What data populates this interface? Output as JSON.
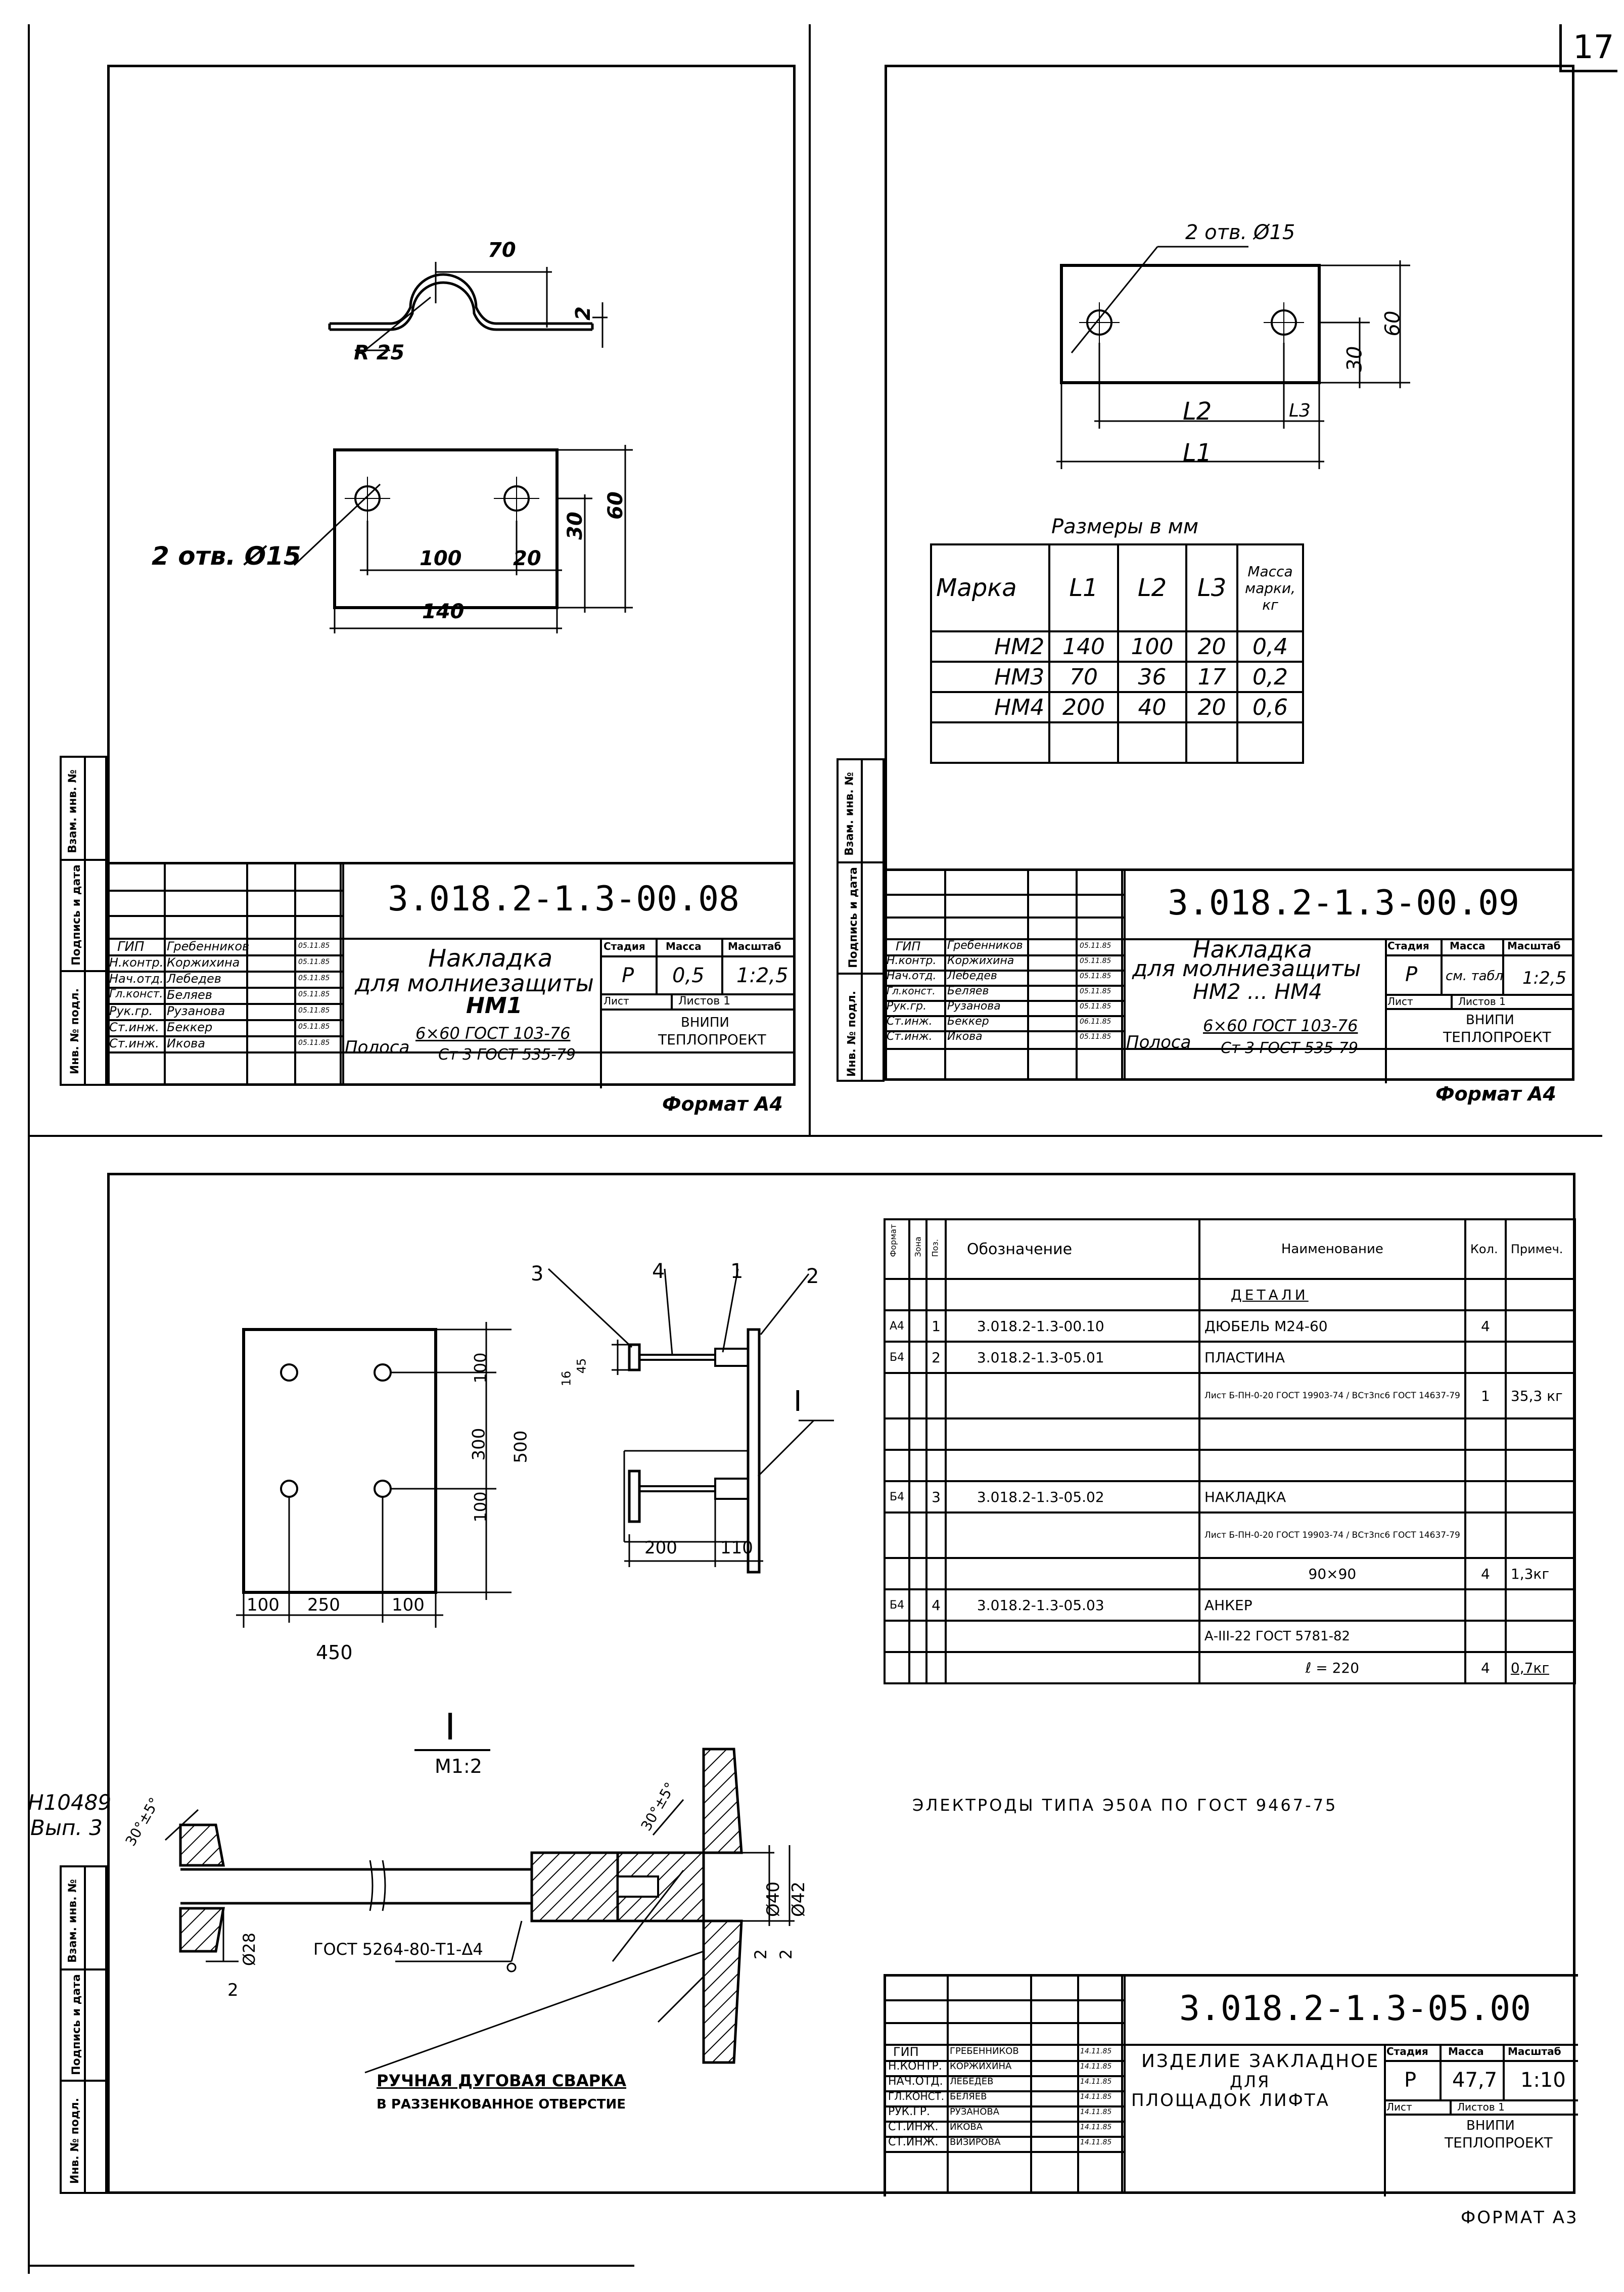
{
  "page_number": "17",
  "side_stamp": {
    "code": "Н10489",
    "issue": "Вып. 3"
  },
  "margin_labels": {
    "vzam": "Взам. инв. №",
    "podpis": "Подпись и дата",
    "inv": "Инв. № подл."
  },
  "sheet1": {
    "doc_code": "3.018.2-1.3-00.08",
    "title_line1": "Накладка",
    "title_line2": "для молниезащиты",
    "title_line3": "НМ1",
    "stage_header": "Стадия",
    "mass_header": "Масса",
    "scale_header": "Масштаб",
    "stage": "Р",
    "mass": "0,5",
    "scale": "1:2,5",
    "sheet_label": "Лист",
    "sheets_label": "Листов 1",
    "org_line1": "ВНИПИ",
    "org_line2": "ТЕПЛОПРОЕКТ",
    "material_name": "Полоса",
    "material_num": "6×60  ГОСТ 103-76",
    "material_den": "Ст 3 ГОСТ 535-79",
    "format": "Формат А4",
    "signatures": [
      {
        "role": "ГИП",
        "name": "Гребенников",
        "date": "05.11.85"
      },
      {
        "role": "Н.контр.",
        "name": "Коржихина",
        "date": "05.11.85"
      },
      {
        "role": "Нач.отд.",
        "name": "Лебедев",
        "date": "05.11.85"
      },
      {
        "role": "Гл.конст.",
        "name": "Беляев",
        "date": "05.11.85"
      },
      {
        "role": "Рук.гр.",
        "name": "Рузанова",
        "date": "05.11.85"
      },
      {
        "role": "Ст.инж.",
        "name": "Беккер",
        "date": "05.11.85"
      },
      {
        "role": "Ст.инж.",
        "name": "Икова",
        "date": "05.11.85"
      }
    ],
    "dims": {
      "d70": "70",
      "d2": "2",
      "r25": "R 25",
      "holes": "2 отв. Ø15",
      "d100": "100",
      "d20": "20",
      "d140": "140",
      "d30": "30",
      "d60": "60"
    }
  },
  "sheet2": {
    "doc_code": "3.018.2-1.3-00.09",
    "title_line1": "Накладка",
    "title_line2": "для молниезащиты",
    "title_line3": "НМ2 ... НМ4",
    "stage_header": "Стадия",
    "mass_header": "Масса",
    "scale_header": "Масштаб",
    "stage": "Р",
    "mass": "см. табл",
    "scale": "1:2,5",
    "sheet_label": "Лист",
    "sheets_label": "Листов 1",
    "org_line1": "ВНИПИ",
    "org_line2": "ТЕПЛОПРОЕКТ",
    "material_name": "Полоса",
    "material_num": "6×60  ГОСТ 103-76",
    "material_den": "Ст 3 ГОСТ 535-79",
    "format": "Формат А4",
    "signatures": [
      {
        "role": "ГИП",
        "name": "Гребенников",
        "date": "05.11.85"
      },
      {
        "role": "Н.контр.",
        "name": "Коржихина",
        "date": "05.11.85"
      },
      {
        "role": "Нач.отд.",
        "name": "Лебедев",
        "date": "05.11.85"
      },
      {
        "role": "Гл.конст.",
        "name": "Беляев",
        "date": "05.11.85"
      },
      {
        "role": "Рук.гр.",
        "name": "Рузанова",
        "date": "05.11.85"
      },
      {
        "role": "Ст.инж.",
        "name": "Беккер",
        "date": "06.11.85"
      },
      {
        "role": "Ст.инж.",
        "name": "Икова",
        "date": "05.11.85"
      }
    ],
    "dims": {
      "holes": "2 отв. Ø15",
      "d60": "60",
      "d30": "30",
      "l2": "L2",
      "l3": "L3",
      "l1": "L1"
    },
    "table_caption": "Размеры в мм",
    "table_headers": [
      "Марка",
      "L1",
      "L2",
      "L3",
      "Масса марки, кг"
    ],
    "table_rows": [
      [
        "НМ2",
        "140",
        "100",
        "20",
        "0,4"
      ],
      [
        "НМ3",
        "70",
        "36",
        "17",
        "0,2"
      ],
      [
        "НМ4",
        "200",
        "40",
        "20",
        "0,6"
      ]
    ]
  },
  "sheet3": {
    "doc_code": "3.018.2-1.3-05.00",
    "title_line1": "ИЗДЕЛИЕ ЗАКЛАДНОЕ",
    "title_line2": "ДЛЯ",
    "title_line3": "ПЛОЩАДОК ЛИФТА",
    "stage_header": "Стадия",
    "mass_header": "Масса",
    "scale_header": "Масштаб",
    "stage": "Р",
    "mass": "47,7",
    "scale": "1:10",
    "sheet_label": "Лист",
    "sheets_label": "Листов 1",
    "org_line1": "ВНИПИ",
    "org_line2": "ТЕПЛОПРОЕКТ",
    "format": "ФОРМАТ А3",
    "signatures": [
      {
        "role": "ГИП",
        "name": "ГРЕБЕННИКОВ",
        "date": "14.11.85"
      },
      {
        "role": "Н.КОНТР.",
        "name": "КОРЖИХИНА",
        "date": "14.11.85"
      },
      {
        "role": "НАЧ.ОТД.",
        "name": "ЛЕБЕДЕВ",
        "date": "14.11.85"
      },
      {
        "role": "ГЛ.КОНСТ.",
        "name": "БЕЛЯЕВ",
        "date": "14.11.85"
      },
      {
        "role": "РУК.ГР.",
        "name": "РУЗАНОВА",
        "date": "14.11.85"
      },
      {
        "role": "СТ.ИНЖ.",
        "name": "ИКОВА",
        "date": "14.11.85"
      },
      {
        "role": "СТ.ИНЖ.",
        "name": "ВИЗИРОВА",
        "date": "14.11.85"
      }
    ],
    "spec_headers": [
      "Формат",
      "Зона",
      "Поз.",
      "Обозначение",
      "Наименование",
      "Кол.",
      "Примеч."
    ],
    "spec_rows": [
      [
        "",
        "",
        "",
        "",
        "ДЕТАЛИ",
        "",
        ""
      ],
      [
        "А4",
        "",
        "1",
        "3.018.2-1.3-00.10",
        "ДЮБЕЛЬ М24-60",
        "4",
        ""
      ],
      [
        "Б4",
        "",
        "2",
        "3.018.2-1.3-05.01",
        "ПЛАСТИНА",
        "",
        ""
      ],
      [
        "",
        "",
        "",
        "",
        "Лист Б-ПН-0-20 ГОСТ 19903-74 / ВСт3пс6 ГОСТ 14637-79",
        "1",
        "35,3 кг"
      ],
      [
        "",
        "",
        "",
        "",
        "",
        "",
        ""
      ],
      [
        "",
        "",
        "",
        "",
        "",
        "",
        ""
      ],
      [
        "Б4",
        "",
        "3",
        "3.018.2-1.3-05.02",
        "НАКЛАДКА",
        "",
        ""
      ],
      [
        "",
        "",
        "",
        "",
        "Лист Б-ПН-0-20 ГОСТ 19903-74 / ВСт3пс6 ГОСТ 14637-79",
        "",
        ""
      ],
      [
        "",
        "",
        "",
        "",
        "90×90",
        "4",
        "1,3кг"
      ],
      [
        "Б4",
        "",
        "4",
        "3.018.2-1.3-05.03",
        "АНКЕР",
        "",
        ""
      ],
      [
        "",
        "",
        "",
        "",
        "А-III-22 ГОСТ 5781-82",
        "",
        ""
      ],
      [
        "",
        "",
        "",
        "",
        "ℓ = 220",
        "4",
        "0,7кг"
      ]
    ],
    "electrodes_note": "ЭЛЕКТРОДЫ ТИПА Э50А ПО ГОСТ 9467-75",
    "weld_note_line1": "РУЧНАЯ ДУГОВАЯ СВАРКА",
    "weld_note_line2": "В РАЗЗЕНКОВАННОЕ ОТВЕРСТИЕ",
    "gost_weld": "ГОСТ 5264-80-Т1-Δ4",
    "section_mark": "I",
    "section_scale": "М1:2",
    "callouts": [
      "1",
      "2",
      "3",
      "4"
    ],
    "dims": {
      "d100a": "100",
      "d250": "250",
      "d100b": "100",
      "d450": "450",
      "d300": "300",
      "d500": "500",
      "v100a": "100",
      "v100b": "100",
      "d200": "200",
      "d110": "110",
      "d16": "16",
      "d45": "45",
      "ang30a": "30°±5°",
      "ang30b": "30°±5°",
      "d40": "Ø40",
      "d42": "Ø42",
      "d28": "Ø28",
      "d2a": "2",
      "d2b": "2",
      "d2c": "2"
    }
  }
}
